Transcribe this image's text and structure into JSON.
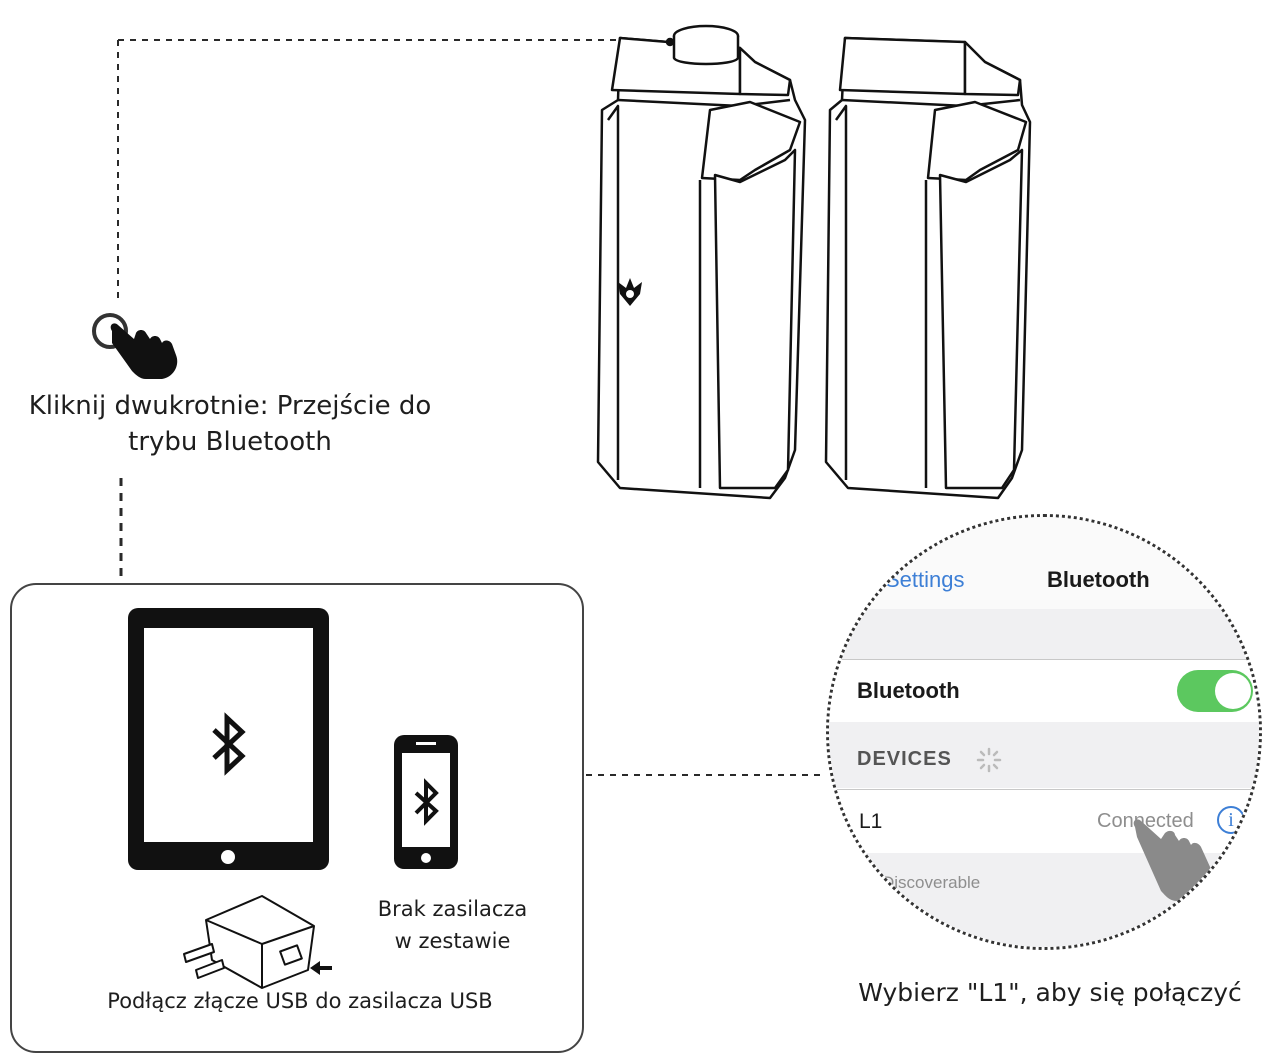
{
  "instructions": {
    "double_click_line1": "Kliknij dwukrotnie: Przejście do",
    "double_click_line2": "trybu Bluetooth",
    "no_charger_line1": "Brak zasilacza",
    "no_charger_line2": "w zestawie",
    "usb_connect": "Podłącz złącze USB do zasilacza USB",
    "select_device": "Wybierz \"L1\", aby się połączyć"
  },
  "settings_screen": {
    "back_label": "Settings",
    "title": "Bluetooth",
    "bluetooth_row_label": "Bluetooth",
    "bluetooth_enabled": true,
    "devices_header": "DEVICES",
    "device_name": "L1",
    "device_status": "Connected",
    "discoverable_text": "w Discoverable"
  },
  "colors": {
    "toggle_on": "#5cc85f",
    "ios_link": "#3d7fd6",
    "line": "#2a2a2a"
  },
  "icons": [
    "hand-pointer-icon",
    "tap-circle-icon",
    "bluetooth-icon",
    "usb-charger-icon",
    "arrow-left-icon",
    "spinner-icon",
    "info-icon",
    "brand-logo"
  ]
}
